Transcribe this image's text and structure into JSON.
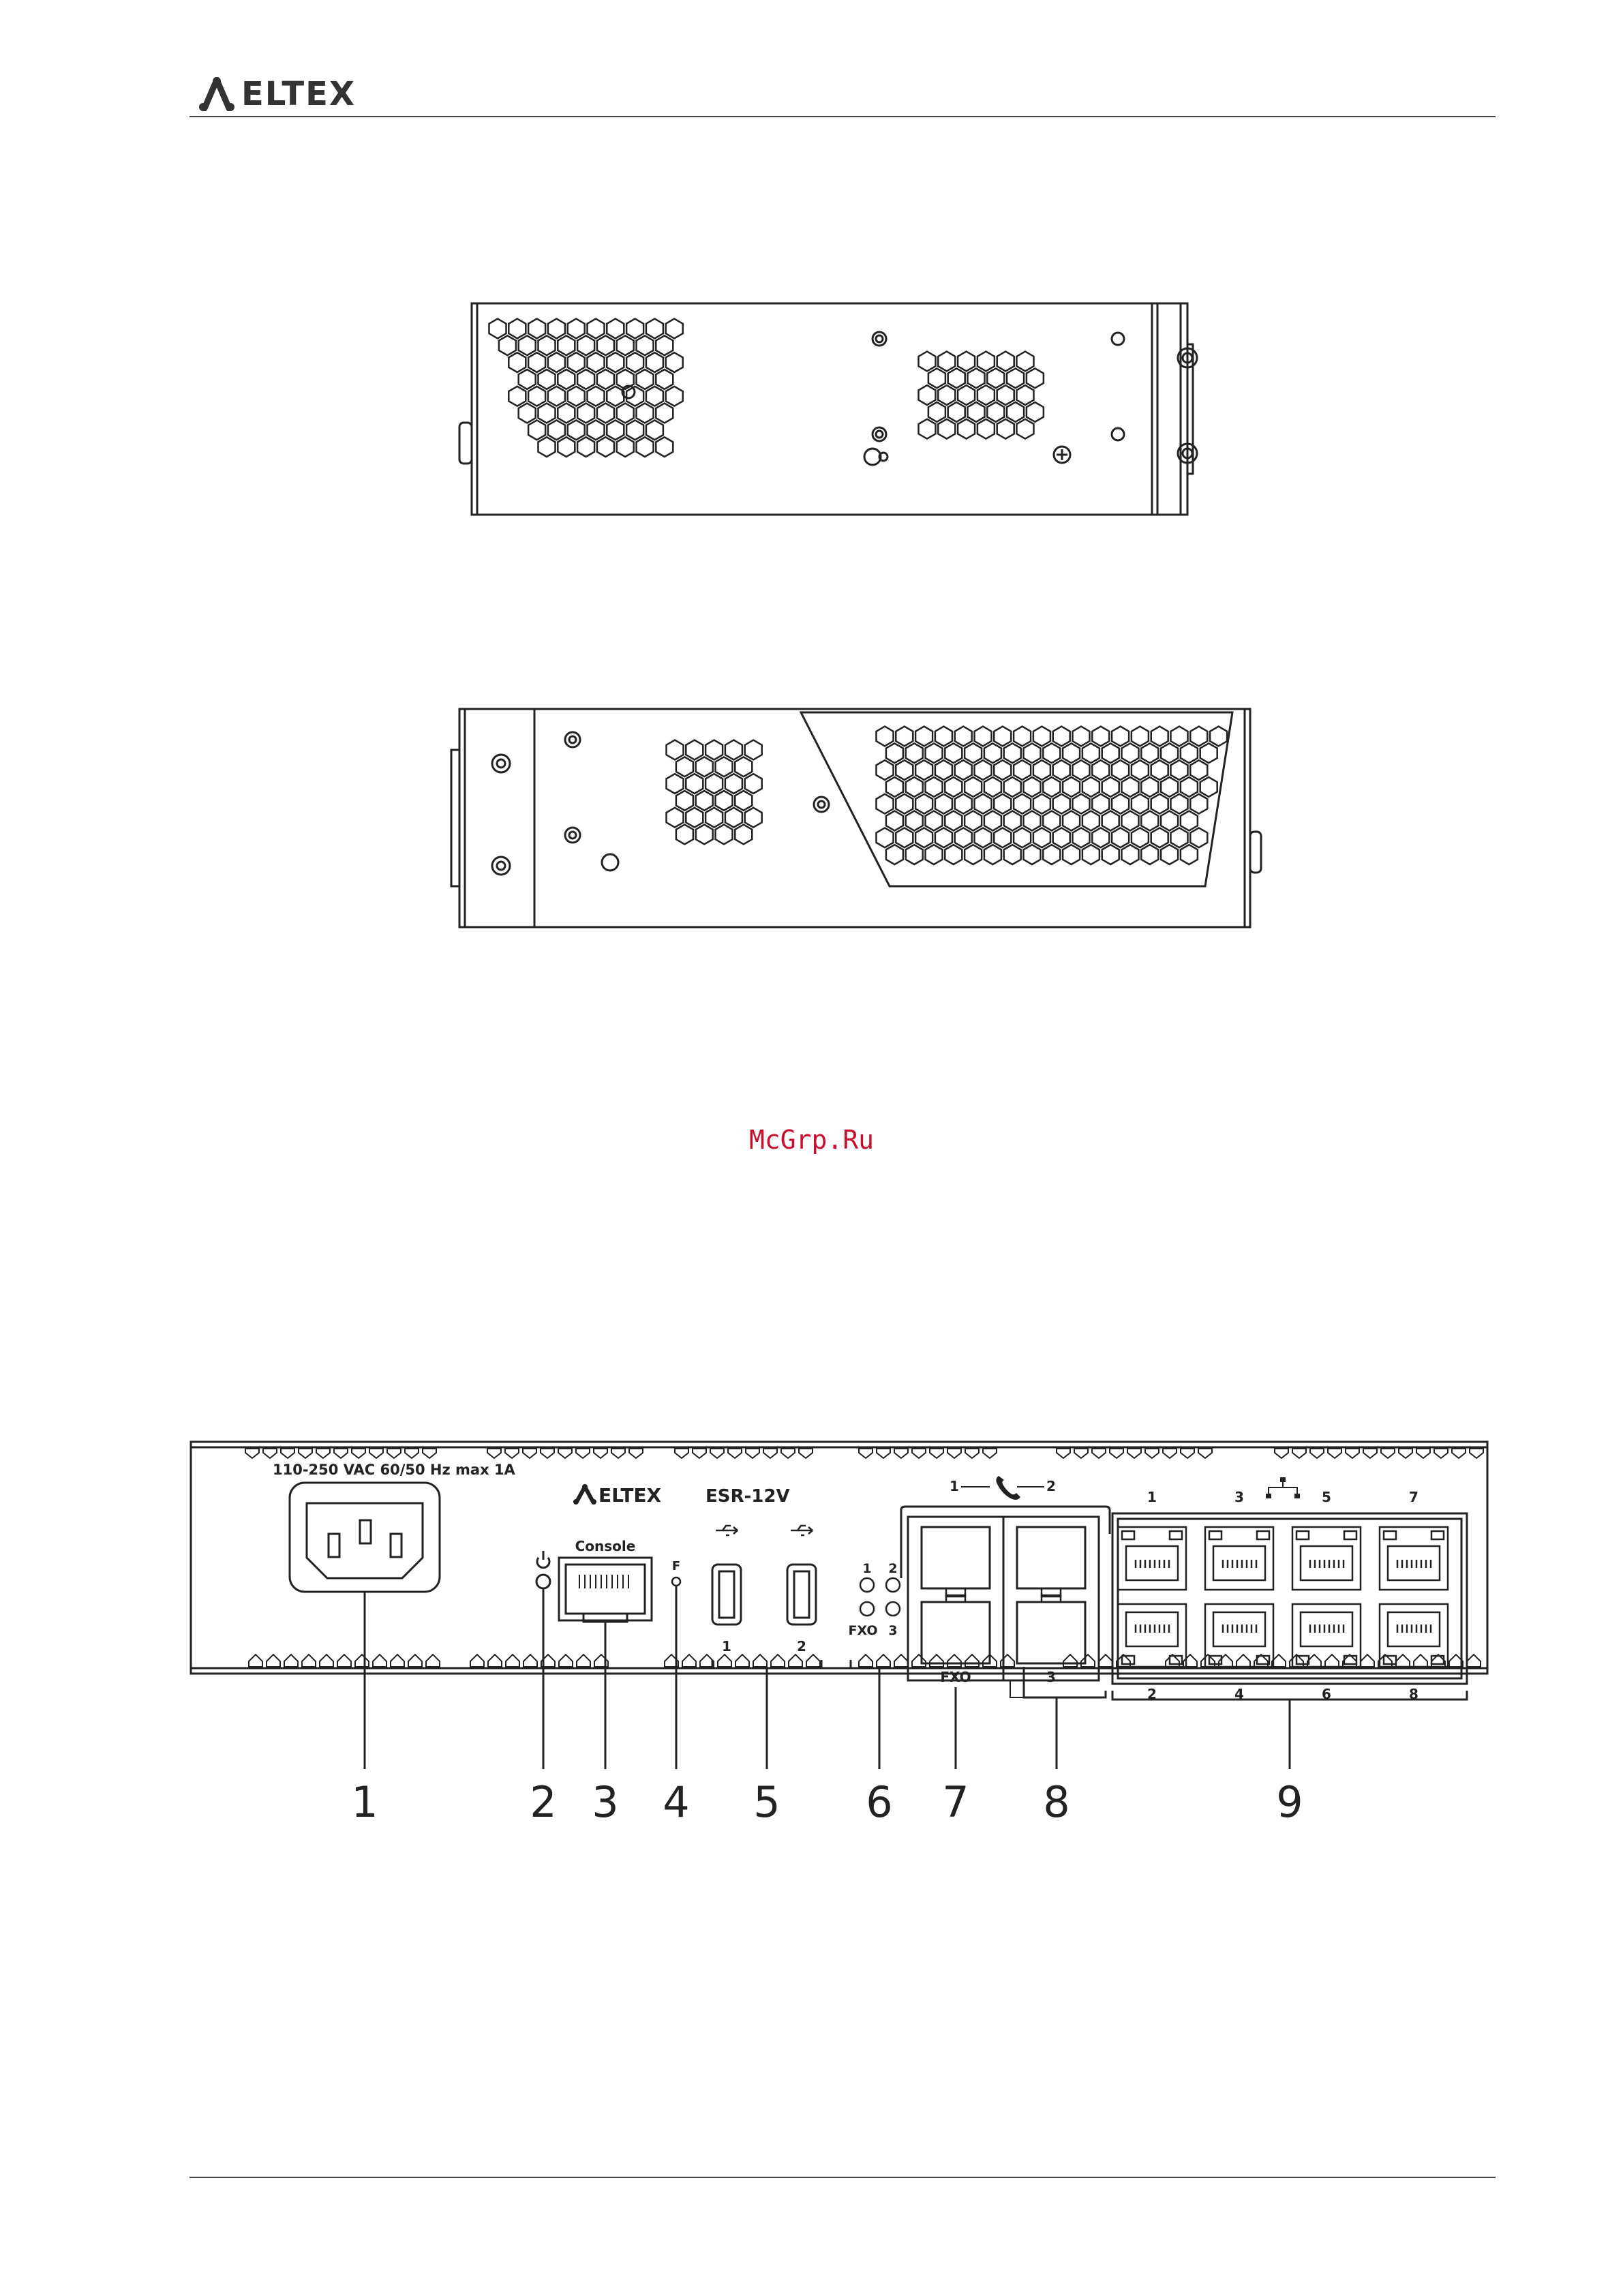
{
  "header": {
    "logo_text": "ELTEX"
  },
  "watermark": "McGrp.Ru",
  "front_panel": {
    "power_label": "110-250 VAC 60/50 Hz max 1A",
    "brand": "ELTEX",
    "model": "ESR-12V",
    "console_label": "Console",
    "f_label": "F",
    "usb_numbers": [
      "1",
      "2"
    ],
    "led_top": [
      "1",
      "2"
    ],
    "led_bottom": [
      "FXO",
      "3"
    ],
    "phone_top": [
      "1",
      "2"
    ],
    "fxo_label": "FXO",
    "phone_bottom": "3",
    "eth_top": [
      "1",
      "3",
      "5",
      "7"
    ],
    "eth_bottom": [
      "2",
      "4",
      "6",
      "8"
    ],
    "callouts": [
      "1",
      "2",
      "3",
      "4",
      "5",
      "6",
      "7",
      "8",
      "9"
    ]
  },
  "colors": {
    "line": "#222222",
    "watermark": "#c8102e"
  }
}
